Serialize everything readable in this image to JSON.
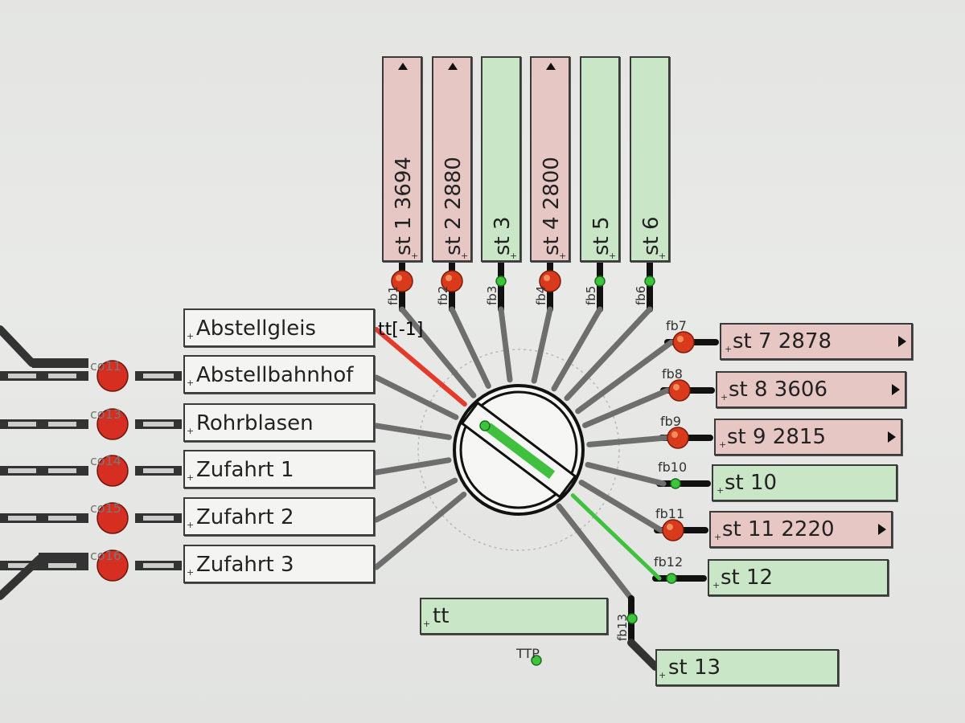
{
  "colors": {
    "occupied": "#e6c7c4",
    "free": "#c9e6c6",
    "track": "#6e6e6e",
    "route_red": "#e23b2c",
    "route_green": "#3fc13f"
  },
  "top_tracks": [
    {
      "label": "st 1 3694",
      "sensor": "fb1",
      "state": "occupied",
      "arrow": true
    },
    {
      "label": "st 2 2880",
      "sensor": "fb2",
      "state": "occupied",
      "arrow": true
    },
    {
      "label": "st 3",
      "sensor": "fb3",
      "state": "free",
      "arrow": false
    },
    {
      "label": "st 4 2800",
      "sensor": "fb4",
      "state": "occupied",
      "arrow": true
    },
    {
      "label": "st 5",
      "sensor": "fb5",
      "state": "free",
      "arrow": false
    },
    {
      "label": "st 6",
      "sensor": "fb6",
      "state": "free",
      "arrow": false
    }
  ],
  "right_tracks": [
    {
      "label": "st 7 2878",
      "sensor": "fb7",
      "state": "occupied",
      "arrow": true
    },
    {
      "label": "st 8 3606",
      "sensor": "fb8",
      "state": "occupied",
      "arrow": true
    },
    {
      "label": "st 9 2815",
      "sensor": "fb9",
      "state": "occupied",
      "arrow": true
    },
    {
      "label": "st 10",
      "sensor": "fb10",
      "state": "free",
      "arrow": false
    },
    {
      "label": "st 11 2220",
      "sensor": "fb11",
      "state": "occupied",
      "arrow": true
    },
    {
      "label": "st 12",
      "sensor": "fb12",
      "state": "free",
      "arrow": false
    }
  ],
  "left_tracks": [
    {
      "label": "Abstellgleis",
      "signal": ""
    },
    {
      "label": "Abstellbahnhof",
      "signal": "co11"
    },
    {
      "label": "Rohrblasen",
      "signal": "co13"
    },
    {
      "label": "Zufahrt 1",
      "signal": "co14"
    },
    {
      "label": "Zufahrt 2",
      "signal": "co15"
    },
    {
      "label": "Zufahrt 3",
      "signal": "co16"
    }
  ],
  "turntable": {
    "label": "tt",
    "position_label": "tt[-1]",
    "sensor": "TTP"
  },
  "bottom_track": {
    "label": "st 13",
    "sensor": "fb13"
  },
  "plus_glyph": "+"
}
